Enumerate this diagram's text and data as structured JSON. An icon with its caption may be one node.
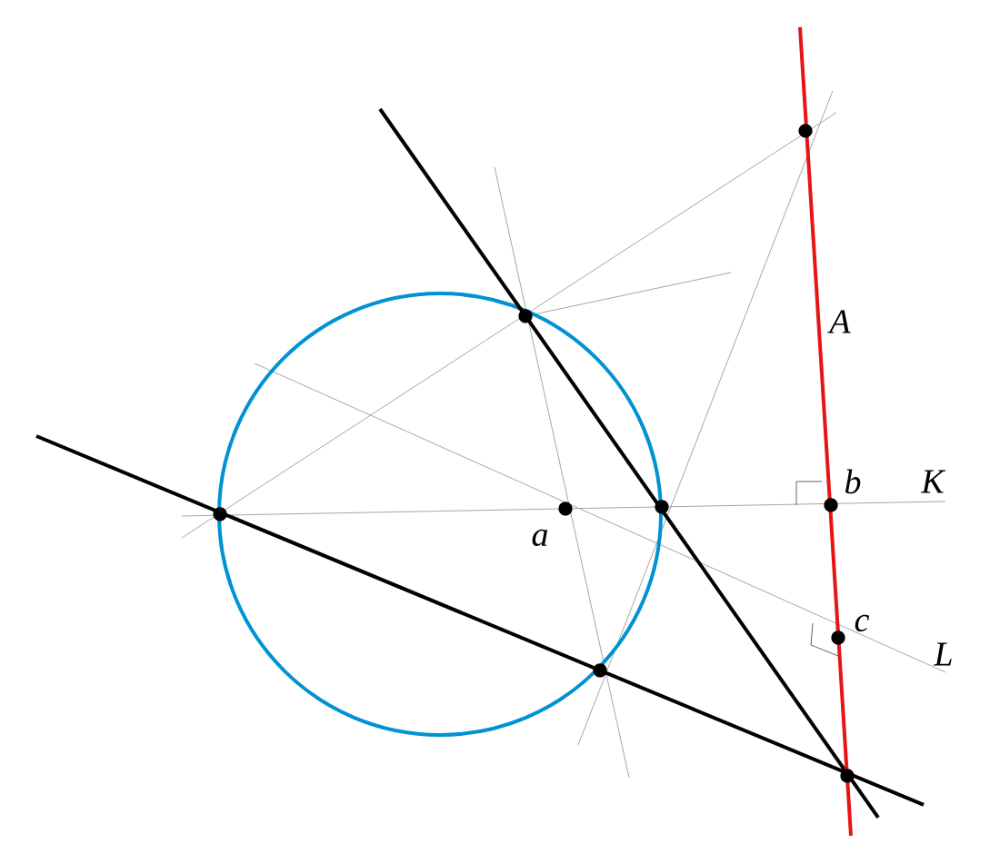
{
  "diagram": {
    "labels": [
      "A",
      "b",
      "K",
      "a",
      "c",
      "L"
    ]
  }
}
